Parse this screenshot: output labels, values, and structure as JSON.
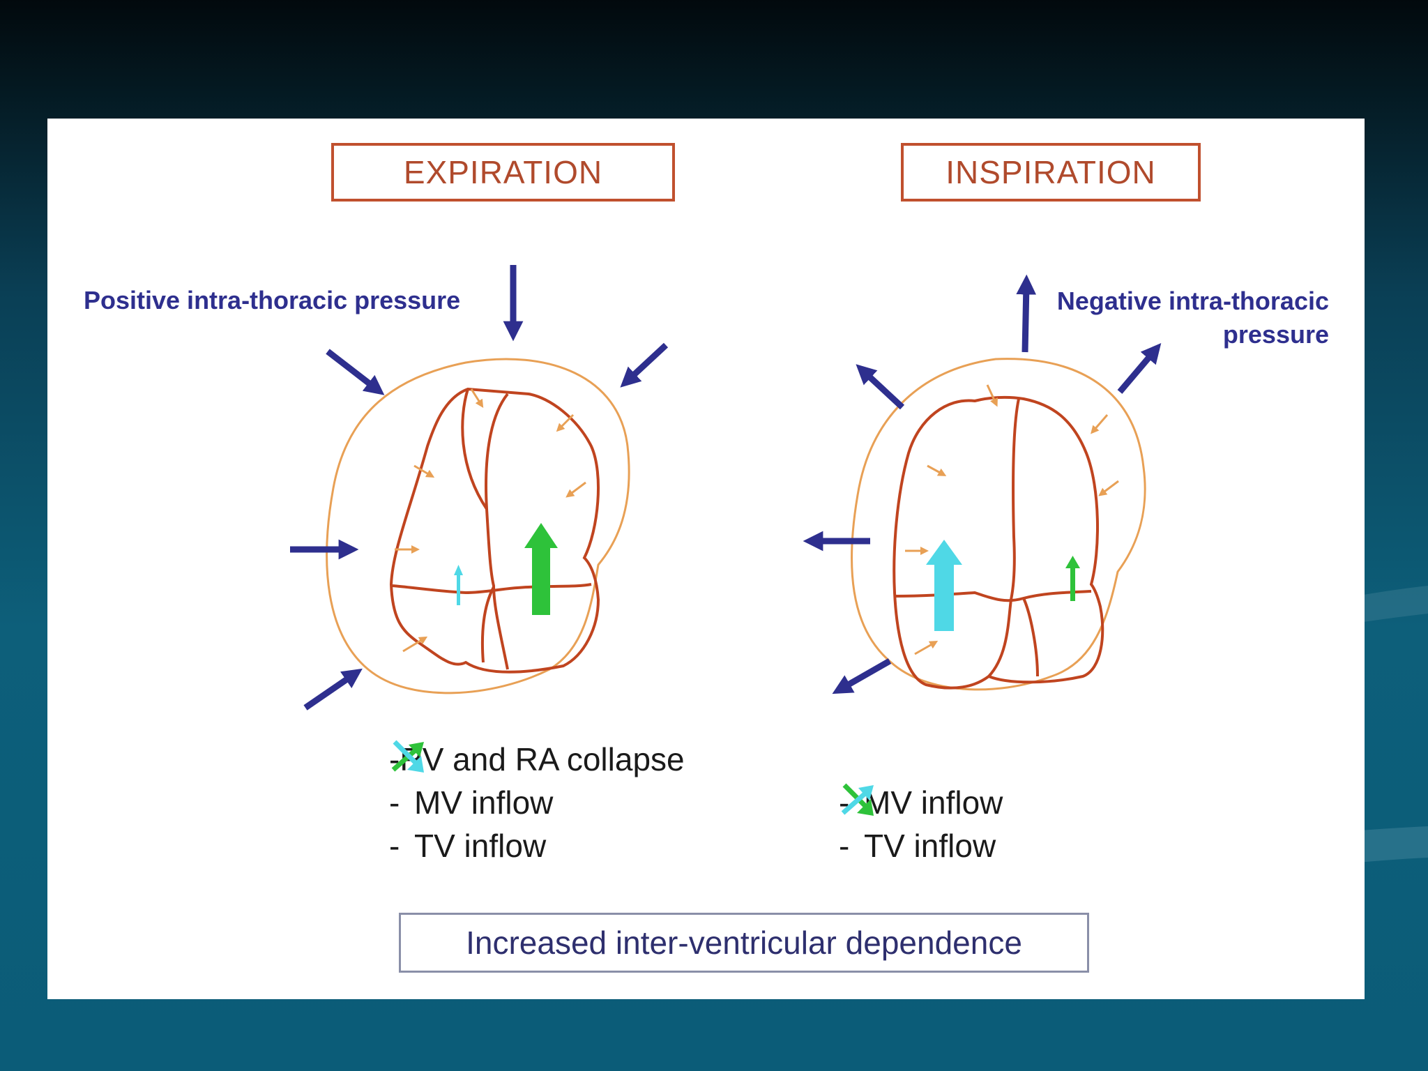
{
  "expiration": {
    "title": "EXPIRATION",
    "pressure_label": "Positive intra-thoracic pressure",
    "effects": [
      {
        "dash": "-",
        "icon": "green-arrow-up-icon",
        "text": "RV and RA collapse"
      },
      {
        "dash": "-",
        "icon": "green-arrow-up-icon",
        "text": "MV inflow"
      },
      {
        "dash": "-",
        "icon": "cyan-arrow-down-icon",
        "text": "TV inflow"
      }
    ]
  },
  "inspiration": {
    "title": "INSPIRATION",
    "pressure_label_line1": "Negative intra-thoracic",
    "pressure_label_line2": "pressure",
    "effects": [
      {
        "dash": "-",
        "icon": "green-arrow-down-icon",
        "text": "MV inflow"
      },
      {
        "dash": "-",
        "icon": "cyan-arrow-up-icon",
        "text": "TV inflow"
      }
    ]
  },
  "conclusion": "Increased inter-ventricular dependence",
  "colors": {
    "pressure_arrow": "#2e2f8e",
    "pericardium": "#e8a055",
    "heart_outline": "#c0441f",
    "mv_flow": "#2ec23a",
    "tv_flow": "#4fd8e6"
  }
}
